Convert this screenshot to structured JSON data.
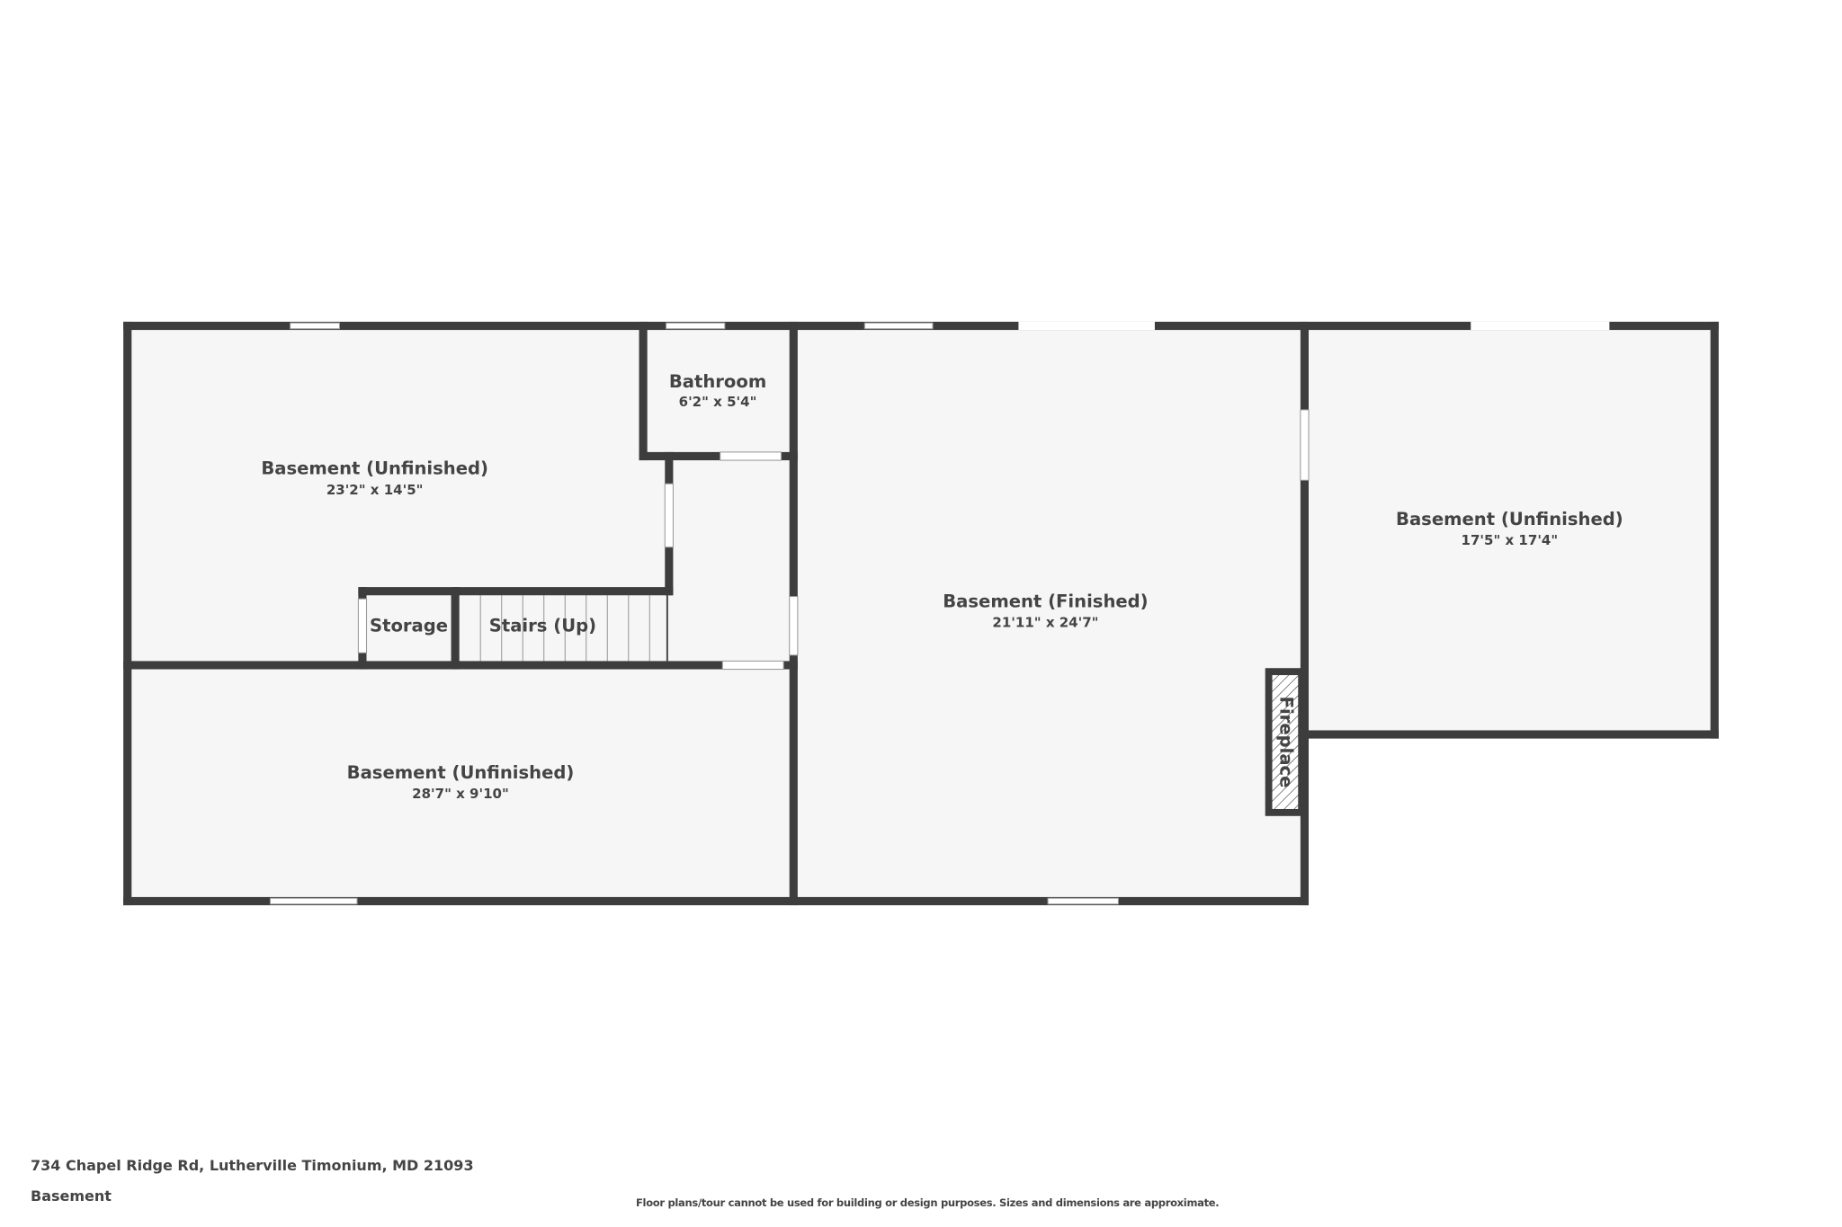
{
  "floor": "Basement",
  "address": "734 Chapel Ridge Rd, Lutherville Timonium, MD 21093",
  "disclaimer": "Floor plans/tour cannot be used for building or design purposes. Sizes and dimensions are approximate.",
  "colors": {
    "wall": "#3d3d3d",
    "floor": "#f6f6f6"
  },
  "rooms": [
    {
      "name": "Basement (Unfinished)",
      "dims": "23'2\" x 14'5\""
    },
    {
      "name": "Bathroom",
      "dims": "6'2\" x 5'4\""
    },
    {
      "name": "Storage"
    },
    {
      "name": "Stairs (Up)"
    },
    {
      "name": "Basement (Unfinished)",
      "dims": "28'7\" x 9'10\""
    },
    {
      "name": "Basement (Finished)",
      "dims": "21'11\" x 24'7\""
    },
    {
      "name": "Basement (Unfinished)",
      "dims": "17'5\" x 17'4\""
    },
    {
      "name": "Fireplace"
    }
  ]
}
